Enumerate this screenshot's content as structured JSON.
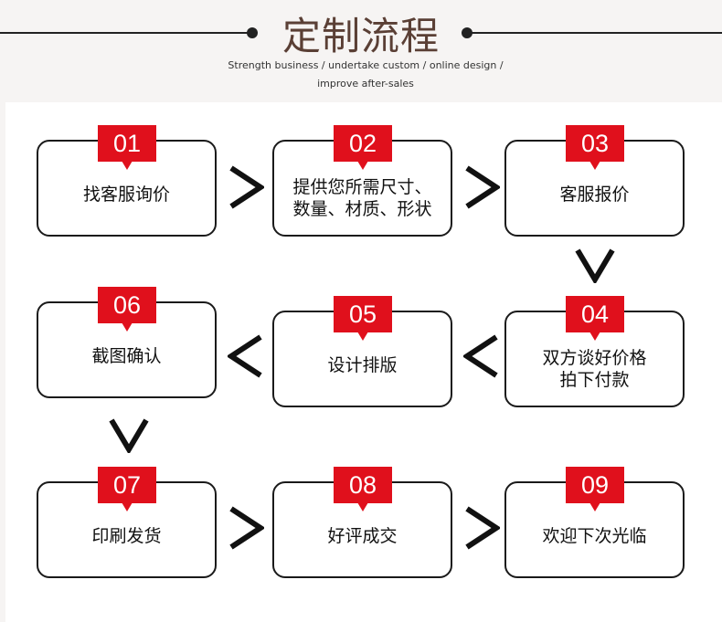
{
  "header": {
    "title": "定制流程",
    "subtitle_line1": "Strength business / undertake custom / online design /",
    "subtitle_line2": "improve after-sales"
  },
  "steps": [
    {
      "number": "01",
      "label": "找客服询价"
    },
    {
      "number": "02",
      "label": "提供您所需尺寸、\n数量、材质、形状"
    },
    {
      "number": "03",
      "label": "客服报价"
    },
    {
      "number": "04",
      "label": "双方谈好价格\n拍下付款"
    },
    {
      "number": "05",
      "label": "设计排版"
    },
    {
      "number": "06",
      "label": "截图确认"
    },
    {
      "number": "07",
      "label": "印刷发货"
    },
    {
      "number": "08",
      "label": "好评成交"
    },
    {
      "number": "09",
      "label": "欢迎下次光临"
    }
  ],
  "colors": {
    "badge": "#e0101c",
    "title": "#5a3f35",
    "border": "#1a1a1a",
    "background": "#f6f4f3"
  },
  "icons": {
    "arrow_right": "chevron-right-icon",
    "arrow_left": "chevron-left-icon",
    "arrow_down": "chevron-down-icon"
  }
}
